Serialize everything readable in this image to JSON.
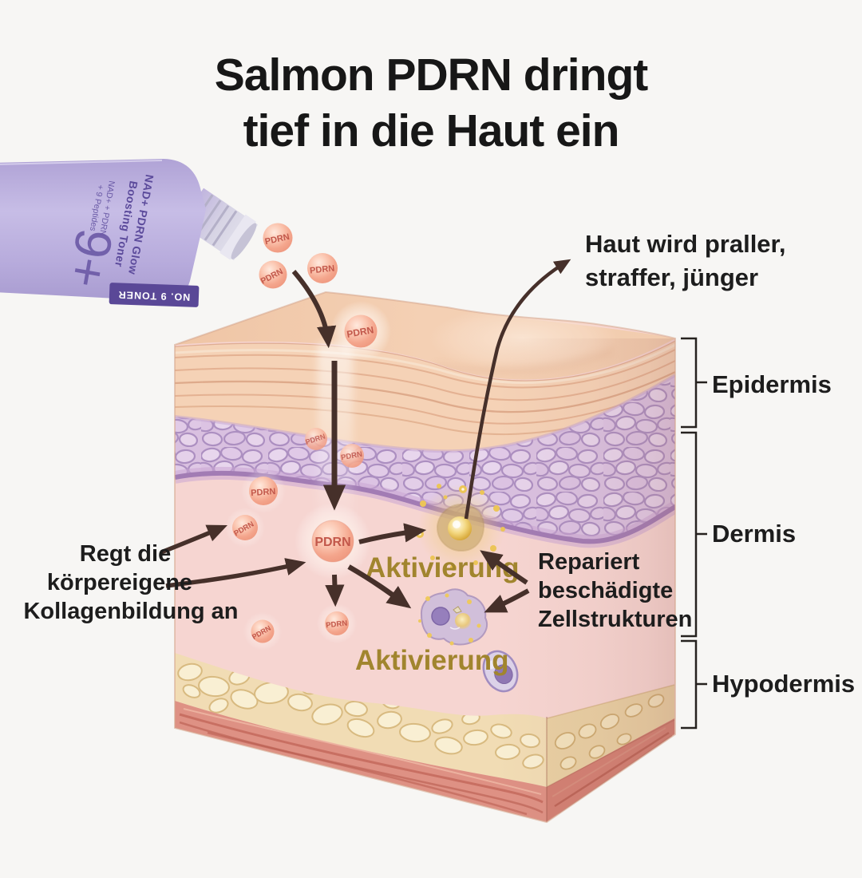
{
  "title": {
    "line1": "Salmon PDRN dringt",
    "line2": "tief in die Haut ein"
  },
  "bottle": {
    "label_line1": "NAD+ PDRN Glow",
    "label_line2": "Boosting Toner",
    "sub_line1": "NAD+ + PDRN",
    "sub_line2": "+ 9 Peptides",
    "logo": "9+",
    "badge": "NO. 9 TONER"
  },
  "molecule": {
    "label": "PDRN"
  },
  "annotations": {
    "result": {
      "line1": "Haut wird praller,",
      "line2": "straffer, jünger"
    },
    "collagen": {
      "line1": "Regt die",
      "line2": "körpereigene",
      "line3": "Kollagenbildung an"
    },
    "repair": {
      "line1": "Repariert",
      "line2": "beschädigte",
      "line3": "Zellstrukturen"
    },
    "activation_top": "Aktivierung",
    "activation_bottom": "Aktivierung"
  },
  "layers": {
    "epidermis": "Epidermis",
    "dermis": "Dermis",
    "hypodermis": "Hypodermis"
  },
  "colors": {
    "background": "#f7f6f4",
    "title_text": "#171717",
    "label_text": "#1d1d1d",
    "arrow": "#46302a",
    "activation_text": "#a1852e",
    "molecule": "#f2a188",
    "molecule_text": "#c2574a",
    "bottle_lavender": "#b7abdc",
    "badge_purple": "#5a4897",
    "epidermis_purple": "#dcc4e2",
    "dermis_pink": "#f6d5d1",
    "fat_yellow": "#f1dcb4",
    "muscle_red": "#de9184"
  }
}
